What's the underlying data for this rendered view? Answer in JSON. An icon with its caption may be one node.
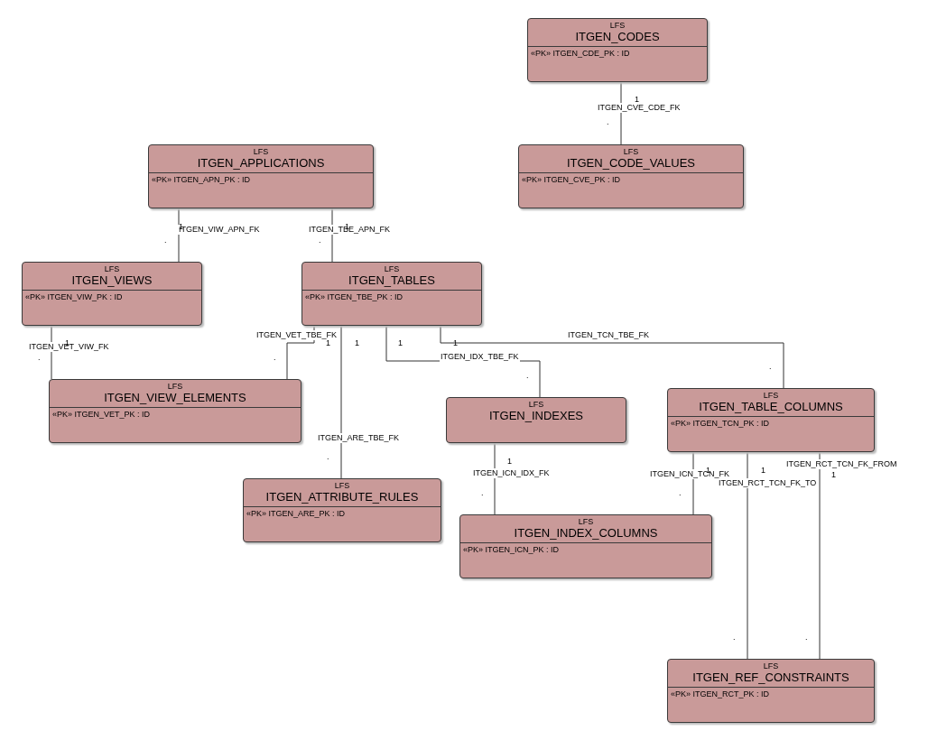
{
  "diagram": {
    "nodes": [
      {
        "text": [
          "LFS",
          "ITGEN_CODES",
          "«PK» ITGEN_CDE_PK : ID"
        ]
      },
      {
        "text": [
          "LFS",
          "ITGEN_APPLICATIONS",
          "«PK» ITGEN_APN_PK : ID"
        ]
      },
      {
        "text": [
          "LFS",
          "ITGEN_CODE_VALUES",
          "«PK» ITGEN_CVE_PK : ID"
        ]
      },
      {
        "text": [
          "LFS",
          "ITGEN_VIEWS",
          "«PK» ITGEN_VIW_PK : ID"
        ]
      },
      {
        "text": [
          "LFS",
          "ITGEN_TABLES",
          "«PK» ITGEN_TBE_PK : ID"
        ]
      },
      {
        "text": [
          "LFS",
          "ITGEN_VIEW_ELEMENTS",
          "«PK» ITGEN_VET_PK : ID"
        ]
      },
      {
        "text": [
          "LFS",
          "ITGEN_INDEXES"
        ]
      },
      {
        "text": [
          "LFS",
          "ITGEN_TABLE_COLUMNS",
          "«PK» ITGEN_TCN_PK : ID"
        ]
      },
      {
        "text": [
          "LFS",
          "ITGEN_ATTRIBUTE_RULES",
          "«PK» ITGEN_ARE_PK : ID"
        ]
      },
      {
        "text": [
          "LFS",
          "ITGEN_INDEX_COLUMNS",
          "«PK» ITGEN_ICN_PK : ID"
        ]
      },
      {
        "text": [
          "LFS",
          "ITGEN_REF_CONSTRAINTS",
          "«PK» ITGEN_RCT_PK : ID"
        ]
      }
    ],
    "edges": [
      {
        "from": 0,
        "to": 2,
        "arrow": "none",
        "label": "ITGEN_CVE_CDE_FK"
      },
      {
        "from": 1,
        "to": 3,
        "arrow": "none",
        "label": "ITGEN_VIW_APN_FK"
      },
      {
        "from": 1,
        "to": 4,
        "arrow": "none",
        "label": "ITGEN_TBE_APN_FK"
      },
      {
        "from": 3,
        "to": 5,
        "arrow": "none",
        "label": "ITGEN_VET_VIW_FK"
      },
      {
        "from": 4,
        "to": 5,
        "arrow": "none",
        "label": "ITGEN_VET_TBE_FK"
      },
      {
        "from": 4,
        "to": 8,
        "arrow": "none",
        "label": "ITGEN_ARE_TBE_FK"
      },
      {
        "from": 4,
        "to": 6,
        "arrow": "none",
        "label": "ITGEN_IDX_TBE_FK"
      },
      {
        "from": 4,
        "to": 7,
        "arrow": "none",
        "label": "ITGEN_TCN_TBE_FK"
      },
      {
        "from": 6,
        "to": 9,
        "arrow": "none",
        "label": "ITGEN_ICN_IDX_FK"
      },
      {
        "from": 7,
        "to": 9,
        "arrow": "none",
        "label": "ITGEN_ICN_TCN_FK"
      },
      {
        "from": 7,
        "to": 10,
        "arrow": "none",
        "label": "ITGEN_RCT_TCN_FK_TO"
      },
      {
        "from": 7,
        "to": 10,
        "arrow": "none",
        "label": "ITGEN_RCT_TCN_FK_FROM"
      }
    ],
    "labels": [
      "1",
      ".",
      "1",
      ".",
      "1",
      ".",
      "1",
      ".",
      "1",
      ".",
      "1",
      ".",
      "1",
      ".",
      "1",
      ".",
      "1",
      ".",
      "1",
      ".",
      "1",
      ".",
      "1",
      "."
    ]
  }
}
